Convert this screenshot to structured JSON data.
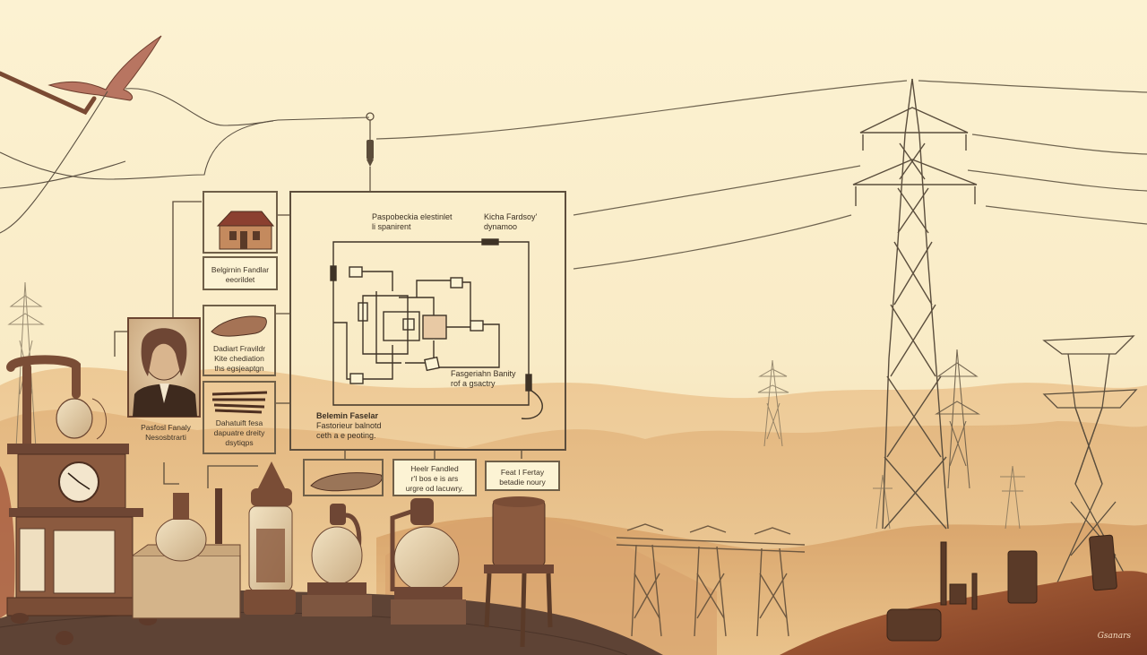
{
  "image": {
    "type": "sepia illustration",
    "theme": "history of electricity: Faraday dynamo diagram, vintage apparatus, modern transmission towers",
    "palette": {
      "sky": "#fbf0cf",
      "haze": "#f2d9a8",
      "hills_far": "#ecc992",
      "hills_near": "#d9a36a",
      "ground": "#6b4a35",
      "ink": "#4a3c2c",
      "copper": "#8a5a3c",
      "accent_box": "#e8c9a4"
    }
  },
  "diagram": {
    "title_left": "Paspobeckia elestinlet",
    "title_left_line2": "li spanirent",
    "title_right": "Kicha Fardsoy'",
    "title_right_line2": "dynamoo",
    "inner_label_line1": "Fasgeriahn Banity",
    "inner_label_line2": "rof a gsactry",
    "footer_line1": "Belemin Faselar",
    "footer_line2": "Fastorieur balnotd",
    "footer_line3": "ceth a e peoting."
  },
  "side_cards": [
    {
      "id": "house",
      "icon": "house",
      "caption_line1": "Belgirnin Fandlar",
      "caption_line2": "eeorildet"
    },
    {
      "id": "brush",
      "icon": "quill-bundle",
      "caption_line1": "Dadiart Fravildr",
      "caption_line2": "Kite chediation",
      "caption_line3": "ths egsjeaptgn"
    },
    {
      "id": "cables",
      "icon": "wire-bundle",
      "caption_line1": "Dahatuift fesa",
      "caption_line2": "dapuatre dreity",
      "caption_line3": "dsytiqps"
    }
  ],
  "portrait": {
    "caption_line1": "Pasfosl Fanaly",
    "caption_line2": "Nesosbtrarti"
  },
  "bottom_cards": [
    {
      "id": "specimen",
      "icon": "specimen"
    },
    {
      "id": "note1",
      "caption_line1": "Heelr Fandled",
      "caption_line2": "r'I bos e is ars",
      "caption_line3": "urgre od lacuwry."
    },
    {
      "id": "note2",
      "caption_line1": "Feat I Fertay",
      "caption_line2": "betadie noury"
    }
  ],
  "signature": "Gsanars"
}
